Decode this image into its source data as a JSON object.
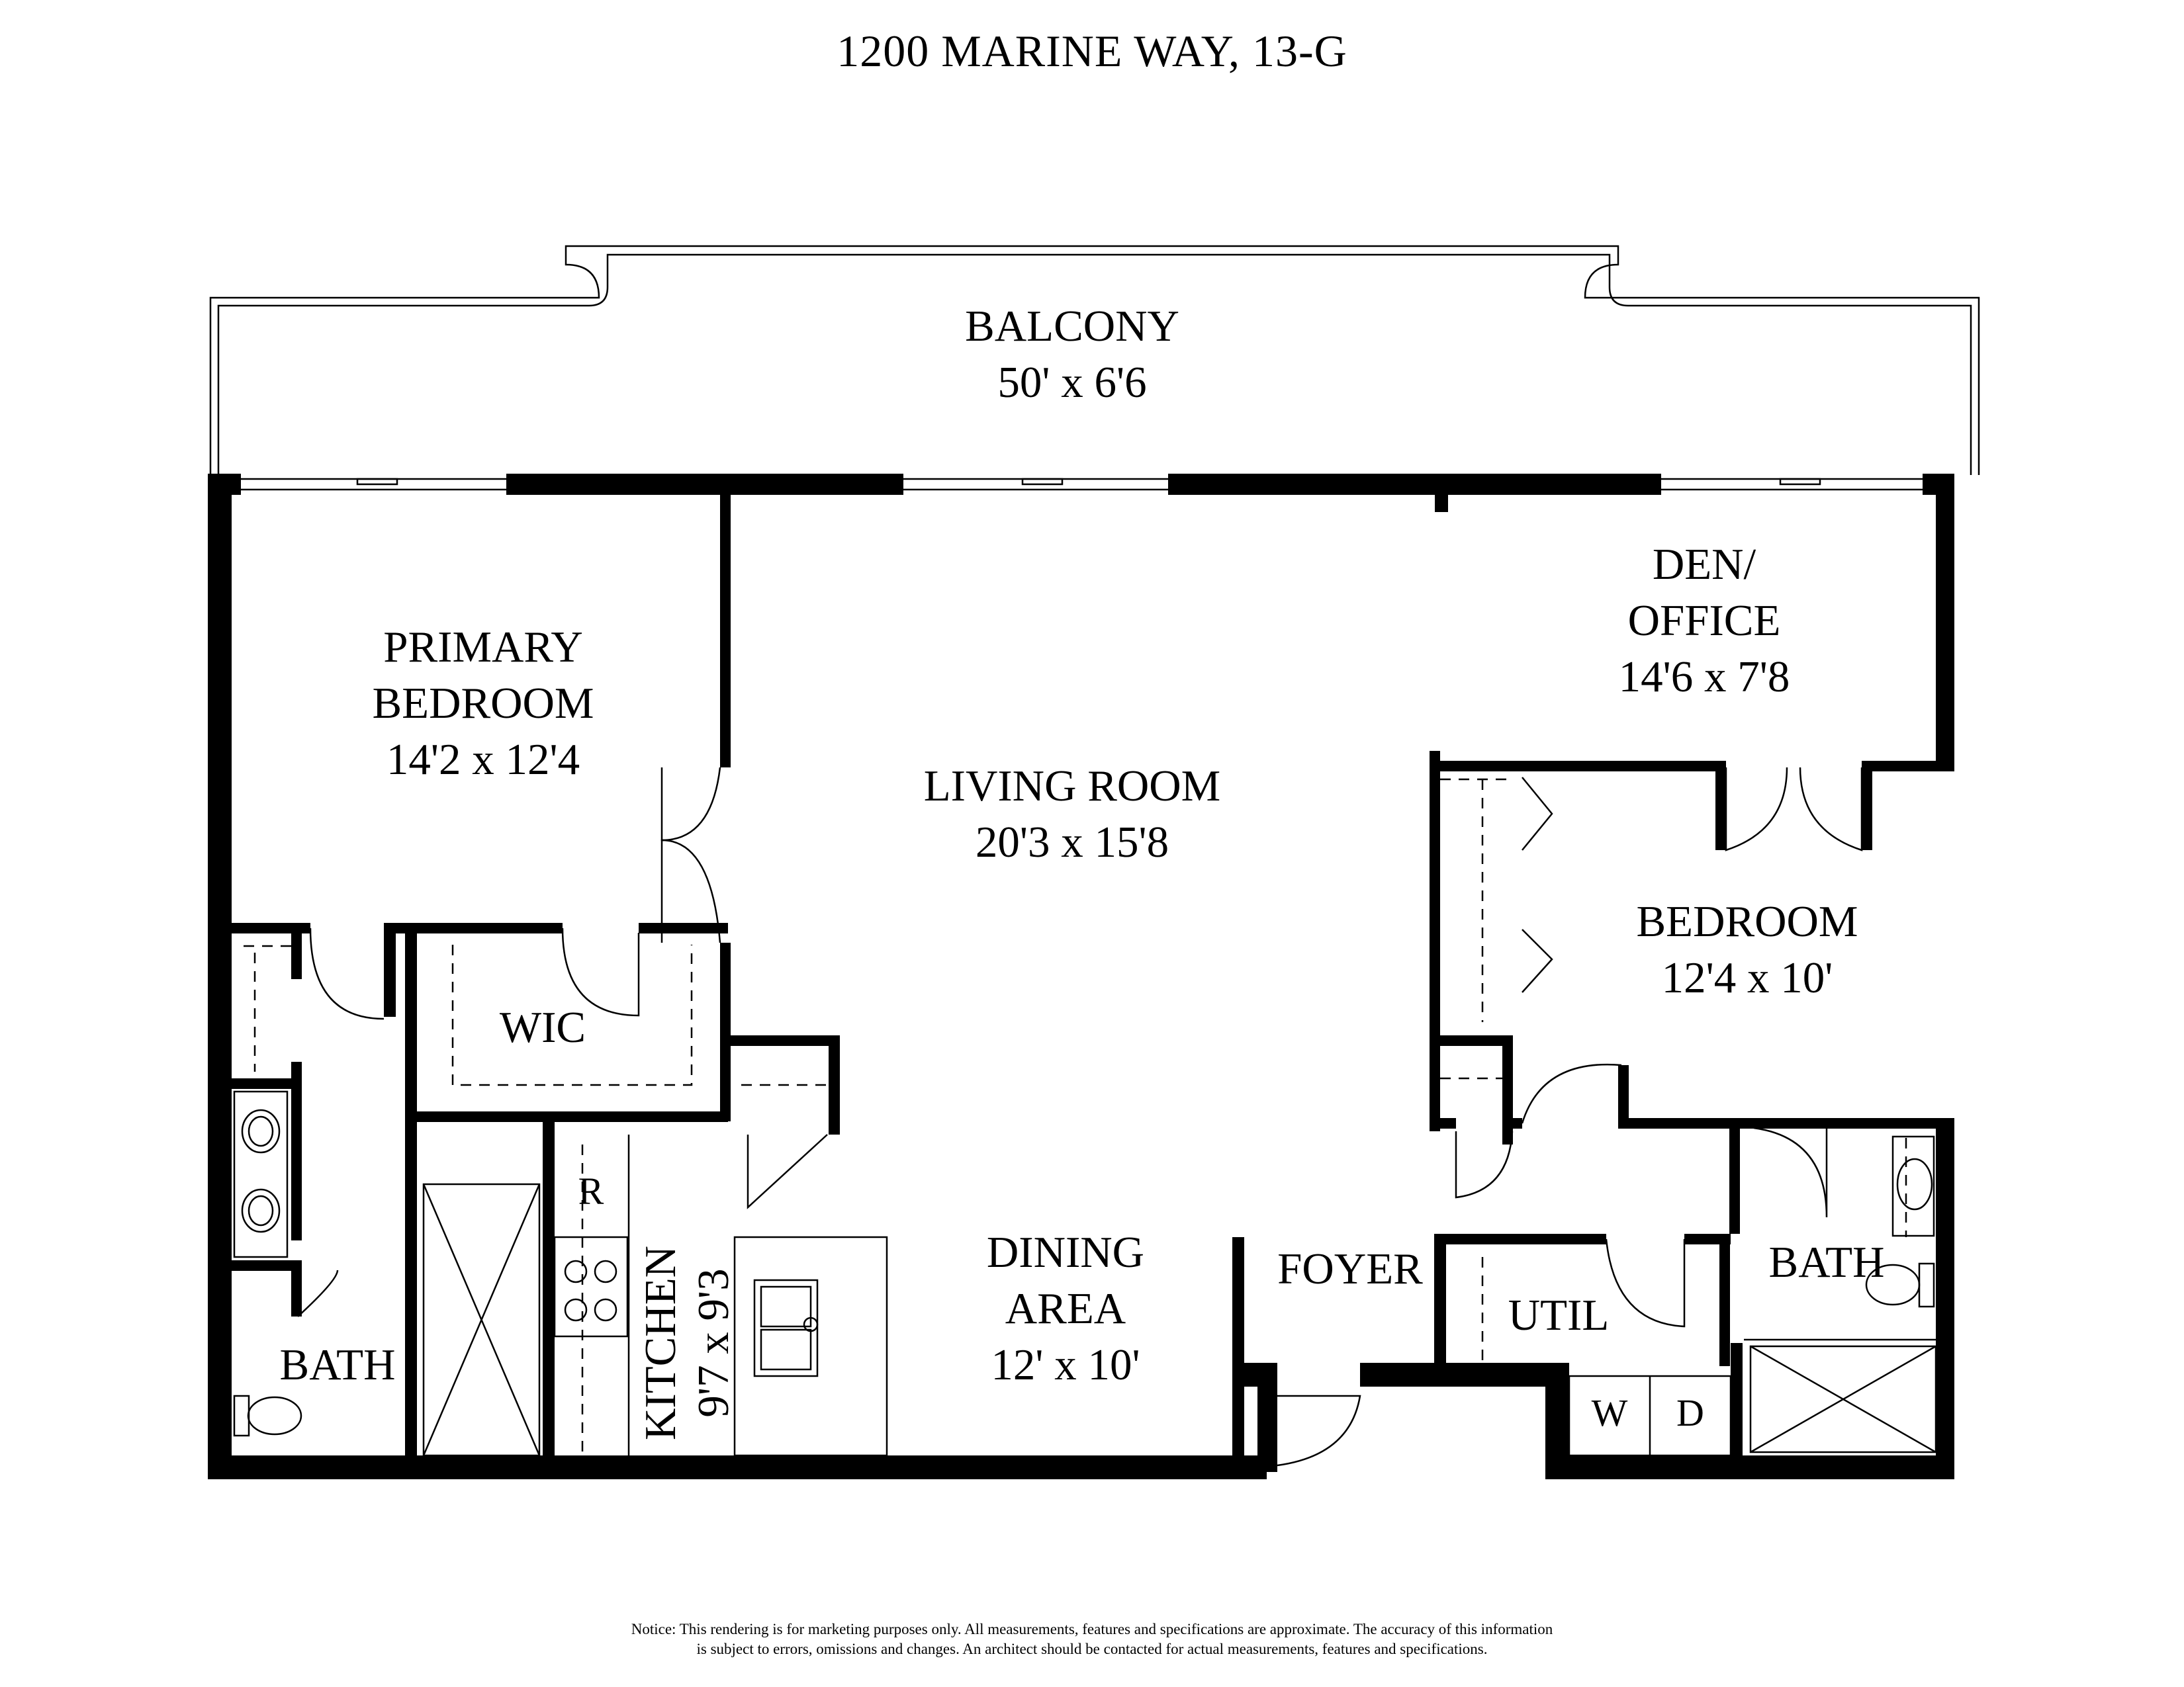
{
  "title": "1200 MARINE WAY, 13-G",
  "rooms": {
    "balcony": {
      "name": "BALCONY",
      "size": "50' x 6'6"
    },
    "primary_bedroom": {
      "name_line1": "PRIMARY",
      "name_line2": "BEDROOM",
      "size": "14'2 x 12'4"
    },
    "living_room": {
      "name": "LIVING ROOM",
      "size": "20'3 x 15'8"
    },
    "den_office": {
      "name_line1": "DEN/",
      "name_line2": "OFFICE",
      "size": "14'6 x 7'8"
    },
    "bedroom": {
      "name": "BEDROOM",
      "size": "12'4 x 10'"
    },
    "wic": {
      "name": "WIC"
    },
    "kitchen": {
      "name": "KITCHEN",
      "size": "9'7 x 9'3"
    },
    "dining_area": {
      "name_line1": "DINING",
      "name_line2": "AREA",
      "size": "12' x 10'"
    },
    "foyer": {
      "name": "FOYER"
    },
    "util": {
      "name": "UTIL"
    },
    "bath_left": {
      "name": "BATH"
    },
    "bath_right": {
      "name": "BATH"
    }
  },
  "fixtures": {
    "refrigerator": "R",
    "washer": "W",
    "dryer": "D"
  },
  "notice": {
    "line1": "Notice: This rendering is for marketing purposes only. All measurements, features and specifications are approximate. The accuracy of this information",
    "line2": "is subject to errors, omissions and changes. An architect should be contacted for actual measurements, features and specifications."
  }
}
